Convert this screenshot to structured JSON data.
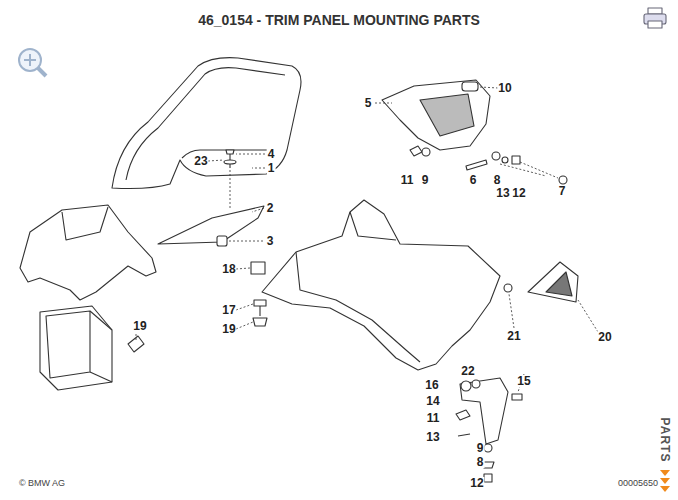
{
  "diagram": {
    "title": "46_0154 - TRIM PANEL MOUNTING PARTS",
    "labels": [
      "10",
      "5",
      "4",
      "23",
      "1",
      "11",
      "9",
      "6",
      "8",
      "13",
      "12",
      "7",
      "2",
      "3",
      "18",
      "17",
      "19",
      "19",
      "21",
      "20",
      "22",
      "16",
      "15",
      "14",
      "11",
      "13",
      "9",
      "8",
      "12",
      "© BMW AG",
      "00005650",
      "PARTS"
    ]
  }
}
